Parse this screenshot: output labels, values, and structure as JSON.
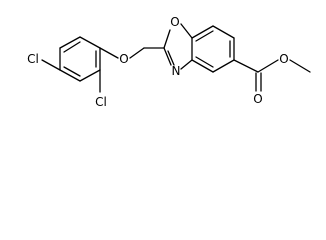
{
  "molecule": {
    "atom_labels": {
      "cl_para": "Cl",
      "cl_ortho": "Cl",
      "ether_o": "O",
      "ring_o": "O",
      "ring_n": "N",
      "carbonyl_o": "O",
      "ester_o": "O"
    }
  }
}
